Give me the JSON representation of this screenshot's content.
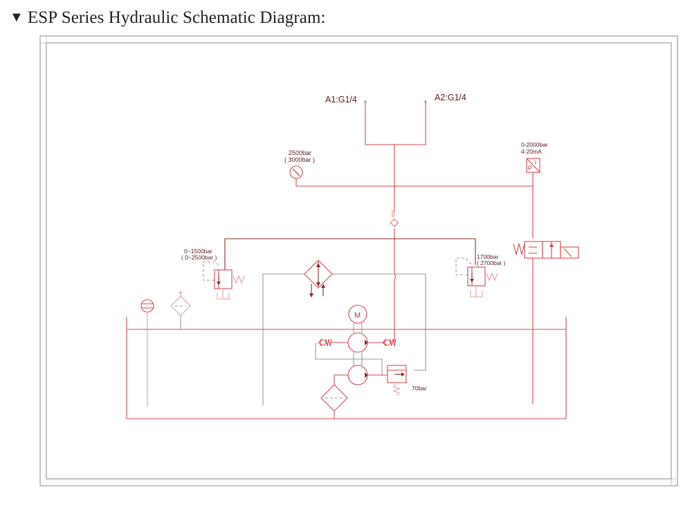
{
  "header": {
    "marker": "▼",
    "title": "ESP Series Hydraulic Schematic Diagram:"
  },
  "colors": {
    "line": "#d9484d",
    "line_dark": "#8a2a2e",
    "text": "#5a1c20",
    "frame": "#9c9c9c",
    "pilot": "#9a9a9a"
  },
  "schematic": {
    "ports": {
      "a1": "A1:G1/4",
      "a2": "A2:G1/4"
    },
    "pressure_gauge": {
      "icon": "pressure-gauge-icon",
      "range": "2500bar",
      "range_alt": "( 3000bar )"
    },
    "pressure_transducer": {
      "icon": "pressure-transducer-icon",
      "range": "0-2000bar",
      "signal": "4-20mA",
      "letter_p": "P",
      "letter_i": "I"
    },
    "relief_valve_left": {
      "icon": "relief-valve-icon",
      "range": "0~1500bar",
      "range_alt": "( 0~2500bar )"
    },
    "relief_valve_right": {
      "icon": "relief-valve-icon",
      "range": "1700bar",
      "range_alt": "( 2700bar )"
    },
    "motor": {
      "icon": "motor-icon",
      "letter": "M"
    },
    "low_pressure_valve": {
      "icon": "sequence-valve-icon",
      "setting": "70bar"
    },
    "check_valve": {
      "icon": "check-valve-icon"
    },
    "solenoid_valve": {
      "icon": "solenoid-valve-icon"
    },
    "cooler": {
      "icon": "heat-exchanger-icon"
    },
    "breather_filter": {
      "icon": "breather-filter-icon"
    },
    "level_gauge": {
      "icon": "level-gauge-icon"
    },
    "suction_filter": {
      "icon": "suction-filter-icon"
    },
    "pumps": {
      "icon": "pump-icon"
    },
    "tank": {
      "icon": "tank-icon"
    }
  }
}
